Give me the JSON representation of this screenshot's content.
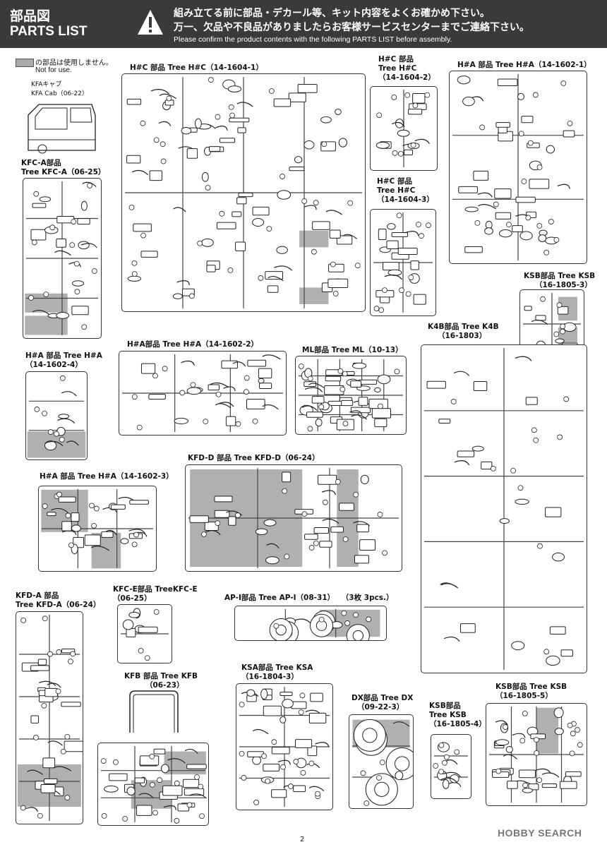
{
  "header": {
    "title_jp": "部品図",
    "title_en": "PARTS LIST",
    "line1": "組み立てる前に部品・デカール等、キット内容をよくお確かめ下さい。",
    "line2": "万一、欠品や不良品がありましたらお客様サービスセンターまでご連絡下さい。",
    "line3": "Please confirm the product contents with the following PARTS LIST before assembly.",
    "icon": "warning-triangle-icon"
  },
  "legend": {
    "jp": "の部品は使用しません。",
    "en": "Not for use.",
    "swatch_color": "#a9a9a9"
  },
  "cab": {
    "jp": "KFAキャブ",
    "en": "KFA Cab（06-22）"
  },
  "trees": {
    "hc1": {
      "title": "H#C 部品 Tree H#C（14-1604-1）"
    },
    "hc2": {
      "line1": "H#C 部品",
      "line2": "Tree H#C",
      "line3": "（14-1604-2）"
    },
    "ha1": {
      "title": "H#A 部品 Tree H#A（14-1602-1）"
    },
    "kfca": {
      "line1": "KFC-A部品",
      "line2": "Tree KFC-A（06-25）"
    },
    "hc3": {
      "line1": "H#C 部品",
      "line2": "Tree H#C",
      "line3": "（14-1604-3）"
    },
    "ksb3": {
      "line1": "KSB部品 Tree KSB",
      "line2": "（16-1805-3）"
    },
    "k4b": {
      "line1": "K4B部品 Tree K4B",
      "line2": "（16-1803）"
    },
    "ha2": {
      "title": "H#A部品 Tree H#A（14-1602-2）"
    },
    "ml": {
      "title": "ML部品 Tree ML（10-13）"
    },
    "ha4": {
      "line1": "H#A 部品 Tree H#A",
      "line2": "（14-1602-4）"
    },
    "kfdd": {
      "title": "KFD-D 部品 Tree KFD-D（06-24）"
    },
    "ha3": {
      "title": "H#A 部品 Tree H#A（14-1602-3）"
    },
    "kfda": {
      "line1": "KFD-A 部品",
      "line2": "Tree KFD-A（06-24）"
    },
    "kfce": {
      "line1": "KFC-E部品 TreeKFC-E",
      "line2": "（06-25）"
    },
    "api": {
      "title": "AP-I部品 Tree AP-I（08-31）",
      "note": "（3枚 3pcs.）"
    },
    "kfb": {
      "line1": "KFB 部品 Tree KFB",
      "line2": "（06-23）"
    },
    "ksa": {
      "line1": "KSA部品 Tree KSA",
      "line2": "（16-1804-3）"
    },
    "dx": {
      "line1": "DX部品 Tree DX",
      "line2": "（09-22-3）"
    },
    "ksb4": {
      "line1": "KSB部品",
      "line2": "Tree KSB",
      "line3": "（16-1805-4）"
    },
    "ksb5": {
      "line1": "KSB部品 Tree KSB",
      "line2": "（16-1805-5）"
    }
  },
  "page_number": "2",
  "watermark": "HOBBY SEARCH"
}
